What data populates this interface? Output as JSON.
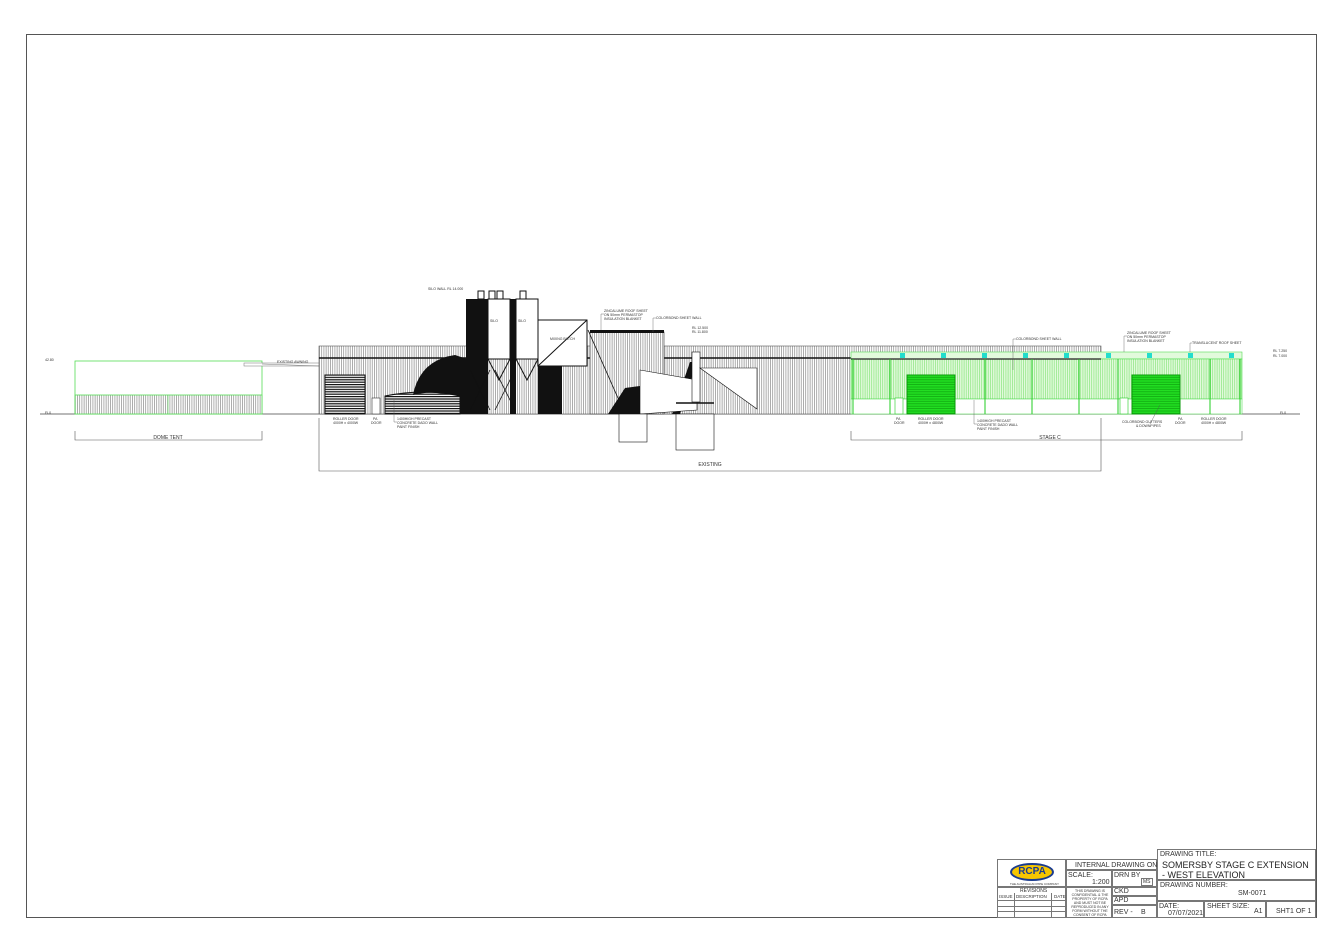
{
  "drawing": {
    "extents": {
      "dome_tent": "DOME TENT",
      "existing": "EXISTING",
      "stage_c": "STAGE C"
    },
    "levels": {
      "left_top": "42.80",
      "left_floor": "FL0",
      "existing_rl_1": "RL 12.500",
      "existing_rl_2": "RL 11.800",
      "silo_rl": "SILO WALL RL 14.000",
      "right_rl_1": "RL 7.250",
      "right_rl_2": "RL 7.000",
      "right_floor": "FL0"
    },
    "notes": {
      "existing_awning": "EXISTING AWNING",
      "silo_1": "SILO",
      "silo_2": "SILO",
      "mixing_batch": "MIXING BATCH",
      "existing_roof": [
        "ZINCALUME ROOF SHEET",
        "ON 50mm PERMASTOP",
        "INSULATION BLANKET"
      ],
      "existing_wall": "COLORBOND SHEET WALL",
      "ex_roller_door": [
        "ROLLER DOOR",
        "4000H x 4000W"
      ],
      "ex_pa_door": [
        "PA",
        "DOOR"
      ],
      "ex_dado": [
        "1400HIGH PRECAST",
        "CONCRETE DADO WALL",
        "PAINT FINISH"
      ],
      "sc_wall": "COLORBOND SHEET WALL",
      "sc_roof": [
        "ZINCALUME ROOF SHEET",
        "ON 50mm PERMASTOP",
        "INSULATION BLANKET"
      ],
      "sc_translucent": "TRANSLUCENT ROOF SHEET",
      "sc_pa_door_1": [
        "PA",
        "DOOR"
      ],
      "sc_roller_door_1": [
        "ROLLER DOOR",
        "4000H x 4800W"
      ],
      "sc_dado": [
        "1400HIGH PRECAST",
        "CONCRETE DADO WALL",
        "PAINT FINISH"
      ],
      "sc_gutters": [
        "COLORBOND GUTTERS",
        "& DOWNPIPES"
      ],
      "sc_pa_door_2": [
        "PA",
        "DOOR"
      ],
      "sc_roller_door_2": [
        "ROLLER DOOR",
        "4000H x 4800W"
      ]
    }
  },
  "title_block": {
    "logo": "RCPA",
    "logo_tagline": "THE AUSTRALIAN PIPE COMPANY",
    "internal": "INTERNAL DRAWING ONLY",
    "scale_label": "SCALE:",
    "scale": "1:200",
    "drn_label": "DRN BY",
    "drn": "MS",
    "ckd_label": "CKD",
    "apd_label": "APD",
    "rev_label": "REV -",
    "rev": "B",
    "revisions": "REVISIONS",
    "rev_cols": [
      "ISSUE",
      "DESCRIPTION",
      "DATE"
    ],
    "confidential": "THIS DRAWING IS CONFIDENTIAL & THE PROPERTY OF RCPA AND MUST NOT BE REPRODUCED IN ANY FORM WITHOUT THE CONSENT OF RCPA",
    "title_label": "DRAWING TITLE:",
    "title": "SOMERSBY STAGE C EXTENSION - WEST ELEVATION",
    "number_label": "DRAWING NUMBER:",
    "number": "SM-0071",
    "date_label": "DATE:",
    "date": "07/07/2021",
    "size_label": "SHEET SIZE:",
    "size": "A1",
    "sheet": "SHT1 OF 1"
  },
  "colors": {
    "green": "#22dd22",
    "light_green": "#b8f5b0",
    "cyan": "#22ddcc",
    "line": "#222222"
  }
}
